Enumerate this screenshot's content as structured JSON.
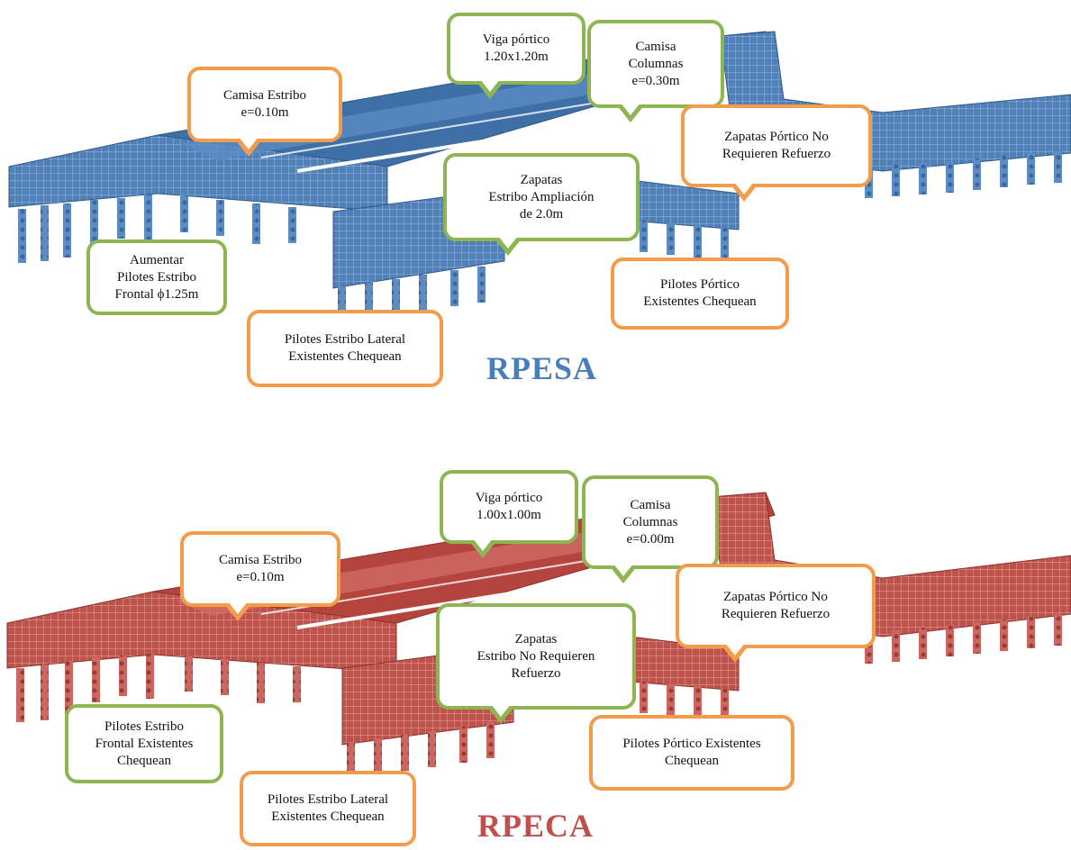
{
  "top": {
    "title": "RPESA",
    "color": "#4a7ebb",
    "callouts": {
      "viga": "Viga pórtico\n1.20x1.20m",
      "camisa_columnas": "Camisa\nColumnas\ne=0.30m",
      "camisa_estribo": "Camisa Estribo\ne=0.10m",
      "zapatas_portico": "Zapatas Pórtico No\nRequieren Refuerzo",
      "zapatas_estribo": "Zapatas\nEstribo Ampliación\nde 2.0m",
      "pilotes_frontal": "Aumentar\nPilotes Estribo\nFrontal ϕ1.25m",
      "pilotes_portico": "Pilotes Pórtico\nExistentes Chequean",
      "pilotes_lateral": "Pilotes Estribo Lateral\nExistentes Chequean"
    }
  },
  "bottom": {
    "title": "RPECA",
    "color": "#c0504d",
    "callouts": {
      "viga": "Viga pórtico\n1.00x1.00m",
      "camisa_columnas": "Camisa\nColumnas\ne=0.00m",
      "camisa_estribo": "Camisa Estribo\ne=0.10m",
      "zapatas_portico": "Zapatas Pórtico No\nRequieren Refuerzo",
      "zapatas_estribo": "Zapatas\nEstribo No Requieren\nRefuerzo",
      "pilotes_frontal": "Pilotes Estribo\nFrontal Existentes\nChequean",
      "pilotes_portico": "Pilotes Pórtico Existentes\nChequean",
      "pilotes_lateral": "Pilotes Estribo Lateral\nExistentes Chequean"
    }
  },
  "colors": {
    "green_border": "#8db552",
    "orange_border": "#f39c4a",
    "model_blue": "#3f6fa8",
    "model_red": "#b5443f"
  }
}
